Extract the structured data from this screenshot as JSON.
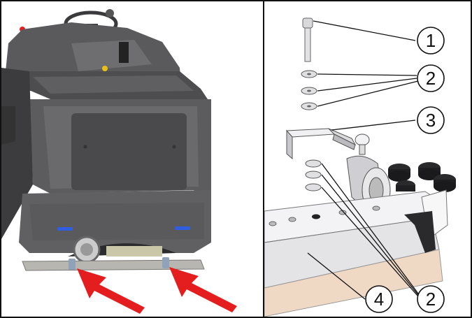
{
  "left_panel": {
    "arrows": 2
  },
  "right_panel": {
    "callouts": [
      {
        "id": "c1",
        "label": "1",
        "part": "screw"
      },
      {
        "id": "c2a",
        "label": "2",
        "part": "washers"
      },
      {
        "id": "c3",
        "label": "3",
        "part": "bracket"
      },
      {
        "id": "c4",
        "label": "4",
        "part": "bumper-rail"
      },
      {
        "id": "c2b",
        "label": "2",
        "part": "washers"
      }
    ]
  },
  "colors": {
    "machine_dark": "#4a4a4c",
    "machine_mid": "#6b6b6e",
    "machine_light": "#8a8a8d",
    "arrow_red": "#e41e1e",
    "accent_blue": "#2f5fe0",
    "bracket_silver": "#d9d9dc",
    "bumper_tan": "#f0d9c4"
  }
}
